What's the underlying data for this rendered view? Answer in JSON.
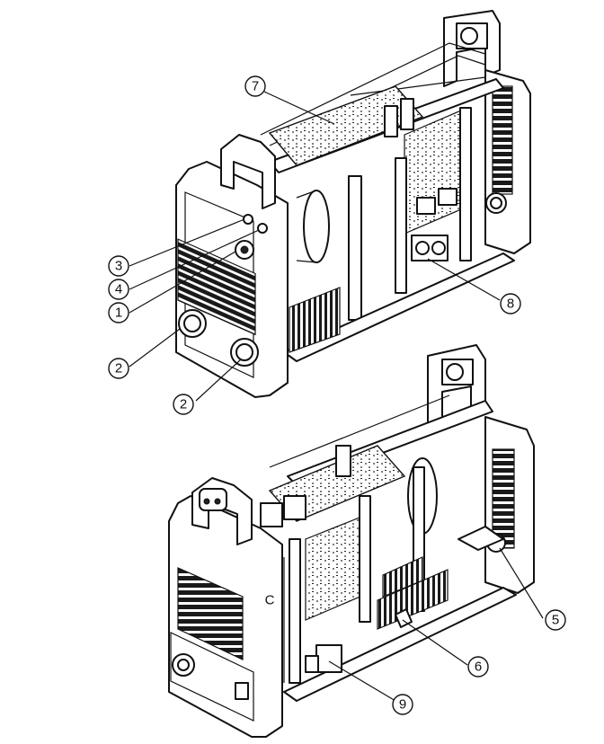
{
  "callouts": {
    "c1": "1",
    "c2a": "2",
    "c2b": "2",
    "c3": "3",
    "c4": "4",
    "c5": "5",
    "c6": "6",
    "c7": "7",
    "c8": "8",
    "c9": "9"
  },
  "panel_mark": "C"
}
